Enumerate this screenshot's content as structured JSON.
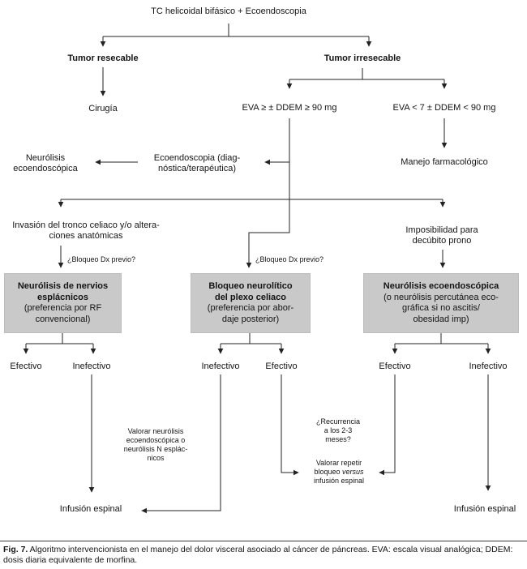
{
  "title": "TC helicoidal bifásico + Ecoendoscopia",
  "nodes": {
    "tumor_resecable": "Tumor resecable",
    "tumor_irresecable": "Tumor irresecable",
    "cirugia": "Cirugía",
    "eva_high": "EVA ≥ ± DDEM ≥ 90 mg",
    "eva_low": "EVA < 7 ± DDEM < 90 mg",
    "neurolisis_eco": [
      "Neurólisis",
      "ecoendoscópica"
    ],
    "ecoendoscopia": [
      "Ecoendoscopia (diag-",
      "nóstica/terapéutica)"
    ],
    "manejo_farmacologico": "Manejo farmacológico",
    "invasion": [
      "Invasión del tronco celiaco y/o altera-",
      "ciones anatómicas"
    ],
    "imposibilidad": [
      "Imposibilidad para",
      "decúbito prono"
    ],
    "bloqueo_dx_left": "¿Bloqueo Dx previo?",
    "bloqueo_dx_mid": "¿Bloqueo Dx previo?",
    "box_left": {
      "bold": [
        "Neurólisis de nervios",
        "esplácnicos"
      ],
      "normal": [
        "(preferencia por RF",
        "convencional)"
      ]
    },
    "box_mid": {
      "bold": [
        "Bloqueo neurolítico",
        "del plexo celiaco"
      ],
      "normal": [
        "(preferencia por abor-",
        "daje posterior)"
      ]
    },
    "box_right": {
      "bold": [
        "Neurólisis ecoendoscópica"
      ],
      "normal": [
        "(o neurólisis percutánea eco-",
        "gráfica si no ascitis/",
        "obesidad imp)"
      ]
    },
    "outcomes": {
      "left": [
        "Efectivo",
        "Inefectivo"
      ],
      "mid": [
        "Inefectivo",
        "Efectivo"
      ],
      "right": [
        "Efectivo",
        "Inefectivo"
      ]
    },
    "valorar_neurolisis": [
      "Valorar neurólisis",
      "ecoendoscópica o",
      "neurólisis N esplác-",
      "nicos"
    ],
    "recurrencia": [
      "¿Recurrencia",
      "a los 2-3",
      "meses?"
    ],
    "valorar_repetir": {
      "line1": "Valorar repetir",
      "line2_pre": "bloqueo ",
      "line2_italic": "versus",
      "line3": "infusión espinal"
    },
    "infusion_left": "Infusión espinal",
    "infusion_right": "Infusión espinal"
  },
  "caption": {
    "label": "Fig. 7.",
    "text": " Algoritmo intervencionista en el manejo del dolor visceral asociado al cáncer de páncreas. EVA: escala visual analógica; DDEM: dosis diaria equivalente de morfina."
  },
  "colors": {
    "box_fill": "#c9c9c9",
    "line": "#232323",
    "text": "#141414"
  }
}
